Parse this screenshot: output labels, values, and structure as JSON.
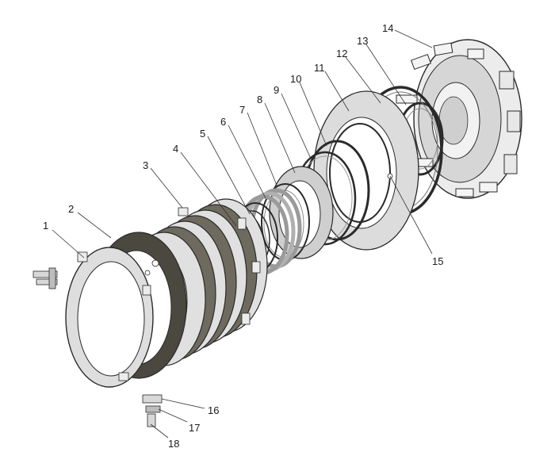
{
  "colors": {
    "outline": "#2a2a2a",
    "steel": "#e2e2e2",
    "steel_dark": "#b8b8b8",
    "friction": "#6e6b5e",
    "friction_dark": "#4a483f",
    "ring": "#3a3a3a",
    "spring": "#9a9a9a"
  },
  "callouts": [
    {
      "id": "1",
      "label": "1"
    },
    {
      "id": "2",
      "label": "2"
    },
    {
      "id": "3",
      "label": "3"
    },
    {
      "id": "4",
      "label": "4"
    },
    {
      "id": "5",
      "label": "5"
    },
    {
      "id": "6",
      "label": "6"
    },
    {
      "id": "7",
      "label": "7"
    },
    {
      "id": "8",
      "label": "8"
    },
    {
      "id": "9",
      "label": "9"
    },
    {
      "id": "10",
      "label": "10"
    },
    {
      "id": "11",
      "label": "11"
    },
    {
      "id": "12",
      "label": "12"
    },
    {
      "id": "13",
      "label": "13"
    },
    {
      "id": "14",
      "label": "14"
    },
    {
      "id": "15",
      "label": "15"
    },
    {
      "id": "16",
      "label": "16"
    },
    {
      "id": "17",
      "label": "17"
    },
    {
      "id": "18",
      "label": "18"
    }
  ]
}
